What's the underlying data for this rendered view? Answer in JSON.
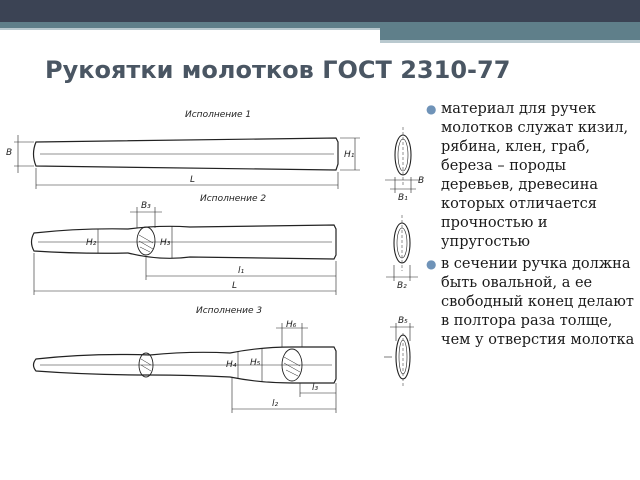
{
  "slide": {
    "title": "Рукоятки молотков ГОСТ 2310-77",
    "bullets": [
      "материал для ручек молотков служат кизил, рябина, клен, граб, береза – породы деревьев, древесина которых отличается прочностью и упругостью",
      "в сечении ручка должна быть овальной, а ее свободный конец делают в полтора раза толще, чем у отверстия молотка"
    ],
    "bullet_color": "#6f93b8",
    "title_color": "#4a5663"
  },
  "drawing": {
    "labels": {
      "variant1": "Исполнение 1",
      "variant2": "Исполнение 2",
      "variant3": "Исполнение 3",
      "B": "B",
      "H1": "H₁",
      "L": "L",
      "B1": "B₁",
      "B3": "B₃",
      "H2": "H₂",
      "H3": "H₃",
      "l1": "l₁",
      "B2": "B₂",
      "H6": "H₆",
      "H4": "H₄",
      "H5": "H₅",
      "l3": "l₃",
      "l2": "l₂",
      "B5": "B₅"
    }
  }
}
